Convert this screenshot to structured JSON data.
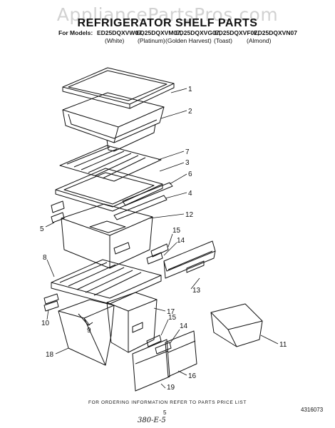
{
  "watermark": "AppliancePartsPros.com",
  "title": "REFRIGERATOR SHELF PARTS",
  "models": {
    "prefix": "For Models:",
    "list": [
      "ED25DQXVW07,",
      "ED25DQXVM07,",
      "ED25DQXVG07,",
      "ED25DQXVF07,",
      "ED25DQXVN07"
    ],
    "colors": [
      "(White)",
      "(Platinum)",
      "(Golden Harvest)",
      "(Toast)",
      "(Almond)"
    ]
  },
  "callouts": [
    "1",
    "2",
    "7",
    "3",
    "6",
    "4",
    "12",
    "5",
    "15",
    "14",
    "13",
    "8",
    "10",
    "9",
    "17",
    "15",
    "14",
    "18",
    "16",
    "19",
    "11"
  ],
  "footer": "FOR ORDERING INFORMATION REFER TO PARTS PRICE LIST",
  "page_number": "5",
  "handwritten_note": "380-E-5",
  "diagram_number": "4316073"
}
